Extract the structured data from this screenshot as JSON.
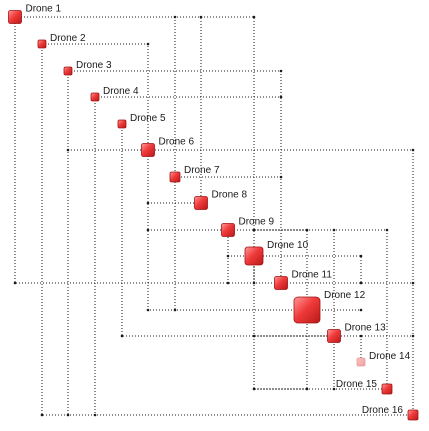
{
  "graph": {
    "nodes": [
      {
        "id": 1,
        "label": "Drone 1",
        "color": "#f04a4a",
        "size": "large"
      },
      {
        "id": 2,
        "label": "Drone 2",
        "color": "#f04a4a",
        "size": "small"
      },
      {
        "id": 3,
        "label": "Drone 3",
        "color": "#f04a4a",
        "size": "small"
      },
      {
        "id": 4,
        "label": "Drone 4",
        "color": "#f04a4a",
        "size": "small"
      },
      {
        "id": 5,
        "label": "Drone 5",
        "color": "#f04a4a",
        "size": "small"
      },
      {
        "id": 6,
        "label": "Drone 6",
        "color": "#f04a4a",
        "size": "large"
      },
      {
        "id": 7,
        "label": "Drone 7",
        "color": "#f04a4a",
        "size": "medium"
      },
      {
        "id": 8,
        "label": "Drone 8",
        "color": "#f04a4a",
        "size": "large"
      },
      {
        "id": 9,
        "label": "Drone 9",
        "color": "#f04a4a",
        "size": "large"
      },
      {
        "id": 10,
        "label": "Drone 10",
        "color": "#f04a4a",
        "size": "xlarge"
      },
      {
        "id": 11,
        "label": "Drone 11",
        "color": "#f04a4a",
        "size": "large"
      },
      {
        "id": 12,
        "label": "Drone 12",
        "color": "#f04a4a",
        "size": "xxlarge"
      },
      {
        "id": 13,
        "label": "Drone 13",
        "color": "#f04a4a",
        "size": "large"
      },
      {
        "id": 14,
        "label": "Drone 14",
        "color": "#f4a8a8",
        "size": "small-flat"
      },
      {
        "id": 15,
        "label": "Drone 15",
        "color": "#f04a4a",
        "size": "medium"
      },
      {
        "id": 16,
        "label": "Drone 16",
        "color": "#f04a4a",
        "size": "medium"
      }
    ]
  }
}
